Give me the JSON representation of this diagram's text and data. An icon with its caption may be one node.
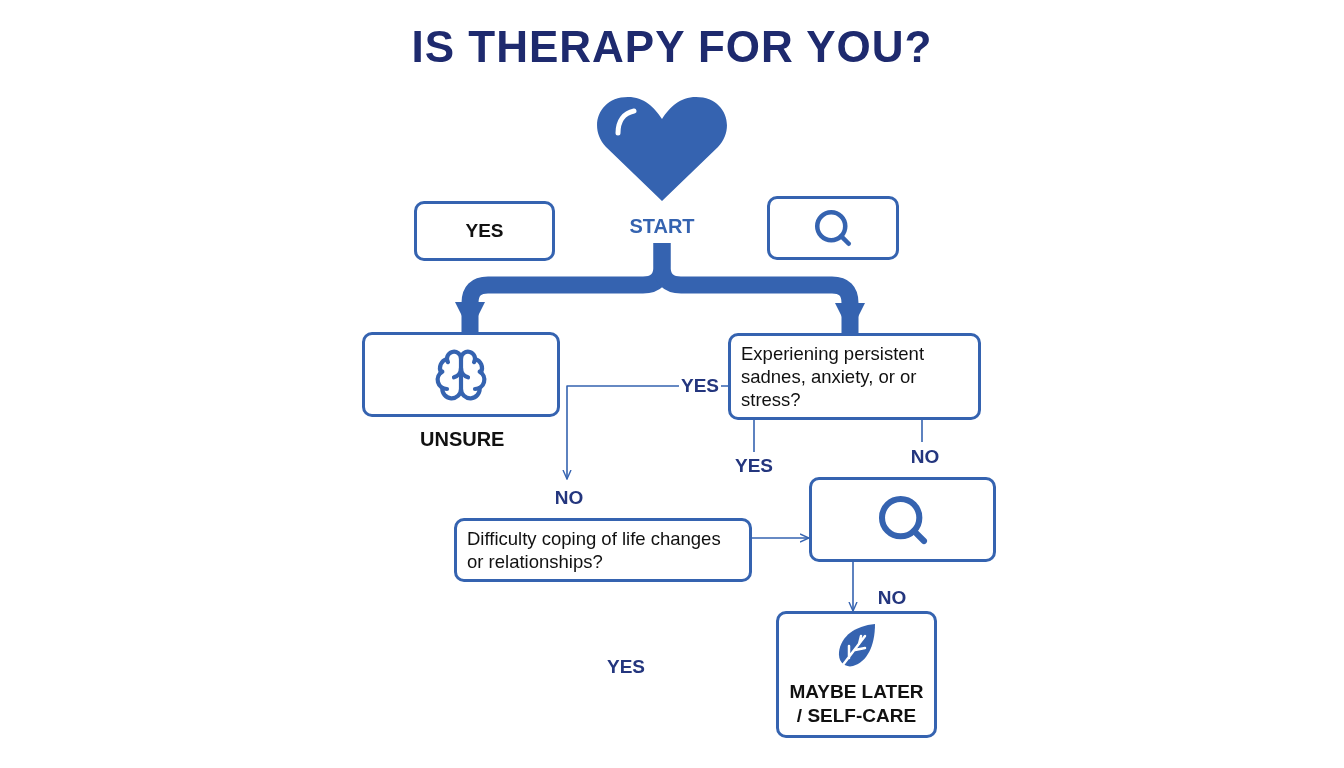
{
  "diagram": {
    "title": "IS THERAPY FOR YOU?",
    "nodes": [
      {
        "text": [
          "START"
        ]
      },
      {
        "text": [
          "YES"
        ]
      },
      {
        "text": [],
        "shape": "box"
      },
      {
        "text": [
          "UNSURE"
        ]
      },
      {
        "text": [
          "Experiening persistent sadnes, anxiety, or or stress?"
        ]
      },
      {
        "text": [
          "Difficulty coping of life changes or relationships?"
        ]
      },
      {
        "text": [],
        "shape": "box"
      },
      {
        "text": [
          "MAYBE LATER / SELF-CARE"
        ]
      }
    ],
    "edges": [
      {
        "from": 0,
        "to": 3,
        "arrow": "to",
        "style": "thick"
      },
      {
        "from": 0,
        "to": 4,
        "arrow": "to",
        "style": "thick"
      },
      {
        "from": 4,
        "to": 5,
        "arrow": "to",
        "label": "YES"
      },
      {
        "from": 4,
        "to": null,
        "arrow": "none",
        "label": "YES"
      },
      {
        "from": 4,
        "to": null,
        "arrow": "none",
        "label": "NO"
      },
      {
        "from": 5,
        "to": 6,
        "arrow": "to"
      },
      {
        "from": 6,
        "to": 7,
        "arrow": "to",
        "label": "NO"
      }
    ],
    "labels": [
      "NO",
      "YES"
    ]
  }
}
